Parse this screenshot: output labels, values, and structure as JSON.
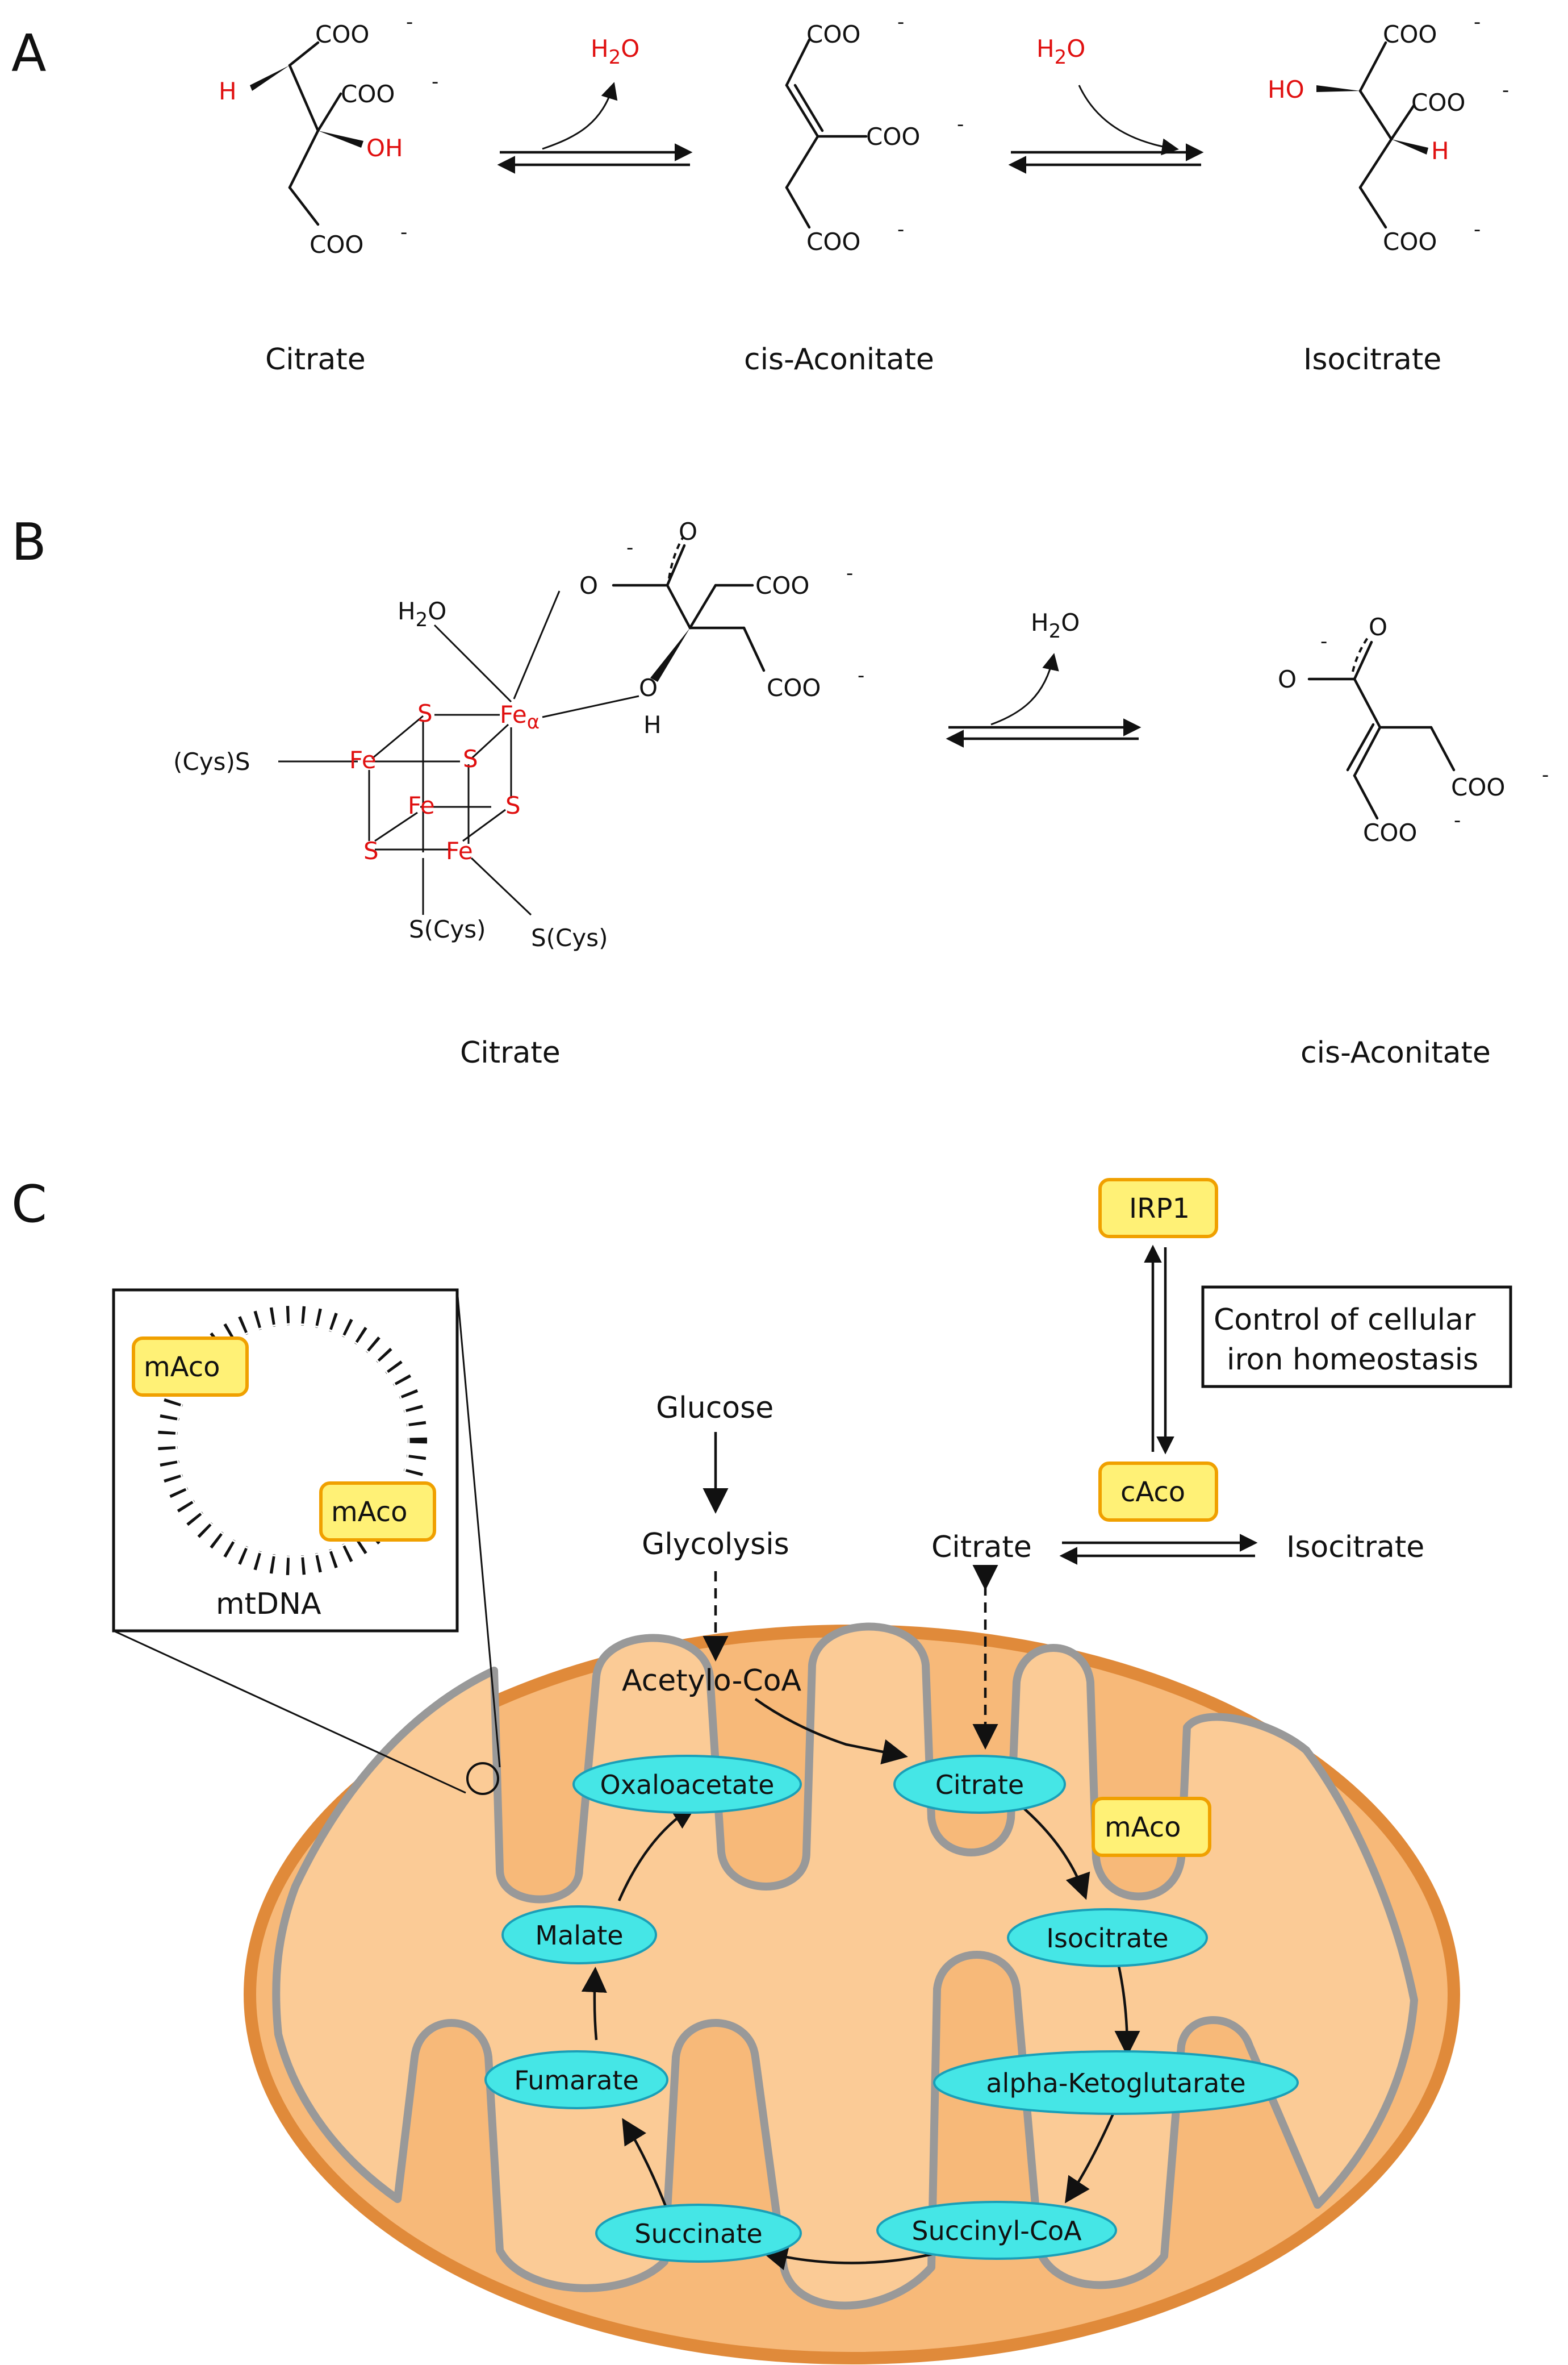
{
  "panels": {
    "a": "A",
    "b": "B",
    "c": "C"
  },
  "chem": {
    "coo": "COO",
    "minus": "-",
    "h": "H",
    "oh": "OH",
    "ho": "HO",
    "h2o_h": "H",
    "h2o_2": "2",
    "h2o_o": "O",
    "o": "O",
    "s": "S",
    "fe": "Fe",
    "fe_alpha": "α",
    "cys_s": "(Cys)S",
    "s_cys": "S(Cys)"
  },
  "panel_a": {
    "citrate": "Citrate",
    "cis_aconitate": "cis-Aconitate",
    "isocitrate": "Isocitrate"
  },
  "panel_b": {
    "citrate": "Citrate",
    "cis_aconitate": "cis-Aconitate"
  },
  "panel_c": {
    "irp1": "IRP1",
    "control_line1": "Control of cellular",
    "control_line2": "iron homeostasis",
    "caco": "cAco",
    "glucose": "Glucose",
    "glycolysis": "Glycolysis",
    "citrate_cyto": "Citrate",
    "isocitrate_cyto": "Isocitrate",
    "maco": "mAco",
    "mtdna": "mtDNA",
    "acetyl_coa": "Acetylo-CoA",
    "cycle": {
      "oxaloacetate": "Oxaloacetate",
      "citrate": "Citrate",
      "isocitrate": "Isocitrate",
      "alpha_kg": "alpha-Ketoglutarate",
      "succinyl_coa": "Succinyl-CoA",
      "succinate": "Succinate",
      "fumarate": "Fumarate",
      "malate": "Malate"
    }
  },
  "colors": {
    "heteroatom_red": "#e01010",
    "mitochondrion_outer": "#e08a3a",
    "mitochondrion_fill": "#f7b979",
    "matrix_fill": "#fbcb96",
    "cristae": "#999999",
    "enzyme_box": "#fff176",
    "enzyme_border": "#f0a000",
    "metabolite": "#45e6e6"
  }
}
